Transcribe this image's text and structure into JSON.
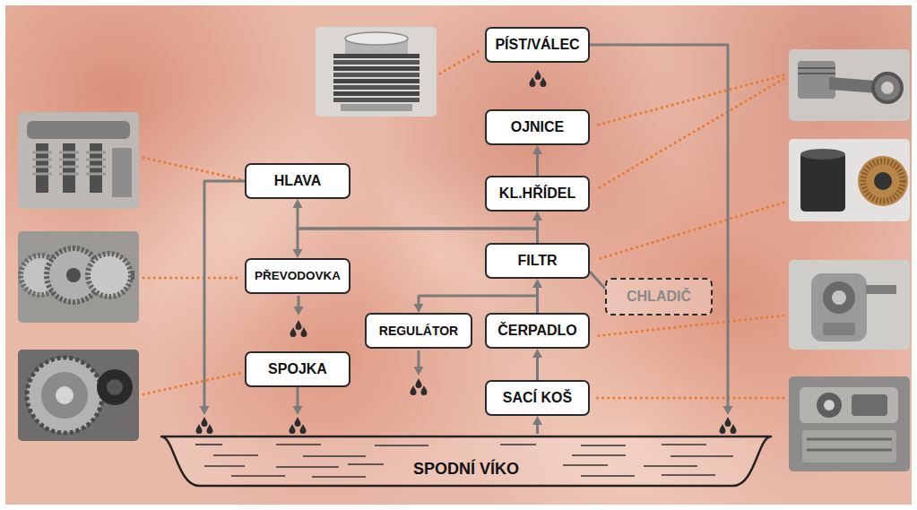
{
  "diagram": {
    "nodes": [
      {
        "text": [
          "PÍST/VÁLEC"
        ]
      },
      {
        "text": [
          "OJNICE"
        ]
      },
      {
        "text": [
          "HLAVA"
        ]
      },
      {
        "text": [
          "KL.HŘÍDEL"
        ]
      },
      {
        "text": [
          "FILTR"
        ]
      },
      {
        "text": [
          "PŘEVODOVKA"
        ]
      },
      {
        "text": [
          "CHLADIČ"
        ]
      },
      {
        "text": [
          "REGULÁTOR"
        ]
      },
      {
        "text": [
          "ČERPADLO"
        ]
      },
      {
        "text": [
          "SPOJKA"
        ]
      },
      {
        "text": [
          "SACÍ KOŠ"
        ]
      },
      {
        "text": [
          "SPODNÍ VÍKO"
        ]
      }
    ],
    "edges": [
      {
        "from": 11,
        "to": 10,
        "arrow": "to"
      },
      {
        "from": 10,
        "to": 8,
        "arrow": "to"
      },
      {
        "from": 8,
        "to": 4,
        "arrow": "to"
      },
      {
        "from": 8,
        "to": 7,
        "arrow": "to"
      },
      {
        "from": 4,
        "to": 6,
        "arrow": "none"
      },
      {
        "from": 4,
        "to": 3,
        "arrow": "to"
      },
      {
        "from": 3,
        "to": 1,
        "arrow": "to"
      },
      {
        "from": 4,
        "to": 2,
        "arrow": "to"
      },
      {
        "from": 4,
        "to": 5,
        "arrow": "to"
      },
      {
        "from": 2,
        "to": 11,
        "arrow": "to"
      },
      {
        "from": 9,
        "to": 11,
        "arrow": "to"
      },
      {
        "from": 0,
        "to": 11,
        "arrow": "to"
      }
    ]
  }
}
